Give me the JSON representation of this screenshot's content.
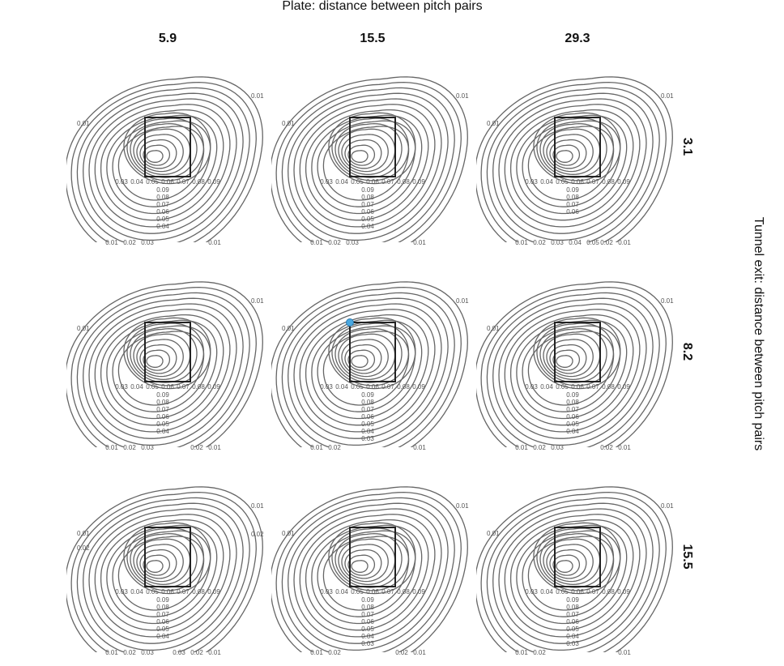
{
  "chart_data": {
    "type": "contour",
    "title": "Plate: distance between pitch pairs",
    "row_title": "Tunnel exit: distance between pitch pairs",
    "columns": [
      "5.9",
      "15.5",
      "29.3"
    ],
    "rows": [
      "3.1",
      "8.2",
      "15.5"
    ],
    "grid": false,
    "line_color": "#666666",
    "zone_color": "#222222",
    "highlight_color": "#4aa8e0",
    "highlight_panel": {
      "row": "8.2",
      "column": "15.5"
    },
    "panels": [
      {
        "row": "3.1",
        "col": "5.9",
        "left": [
          "0.01"
        ],
        "right": [
          "0.01"
        ],
        "inner": [
          "0.03",
          "0.04",
          "0.05",
          "0.06",
          "0.07",
          "0.08",
          "0.09"
        ],
        "lower": [
          "0.09",
          "0.08",
          "0.07",
          "0.06",
          "0.05",
          "0.04"
        ],
        "bottom_left": [
          "0.01",
          "0.02",
          "0.03"
        ],
        "bottom_right": [
          "0.01"
        ]
      },
      {
        "row": "3.1",
        "col": "15.5",
        "left": [
          "0.01"
        ],
        "right": [
          "0.01"
        ],
        "inner": [
          "0.03",
          "0.04",
          "0.05",
          "0.06",
          "0.07",
          "0.08",
          "0.09"
        ],
        "lower": [
          "0.09",
          "0.08",
          "0.07",
          "0.06",
          "0.05",
          "0.04"
        ],
        "bottom_left": [
          "0.01",
          "0.02",
          "0.03"
        ],
        "bottom_right": [
          "0.01"
        ]
      },
      {
        "row": "3.1",
        "col": "29.3",
        "left": [
          "0.01"
        ],
        "right": [
          "0.01"
        ],
        "inner": [
          "0.03",
          "0.04",
          "0.05",
          "0.06",
          "0.07",
          "0.08",
          "0.09"
        ],
        "lower": [
          "0.09",
          "0.08",
          "0.07",
          "0.06"
        ],
        "bottom_left": [
          "0.01",
          "0.02",
          "0.03",
          "0.04",
          "0.05"
        ],
        "bottom_right": [
          "0.02",
          "0.01"
        ]
      },
      {
        "row": "8.2",
        "col": "5.9",
        "left": [
          "0.01"
        ],
        "right": [
          "0.01"
        ],
        "inner": [
          "0.03",
          "0.04",
          "0.05",
          "0.06",
          "0.07",
          "0.08",
          "0.09"
        ],
        "lower": [
          "0.09",
          "0.08",
          "0.07",
          "0.06",
          "0.05",
          "0.04"
        ],
        "bottom_left": [
          "0.01",
          "0.02",
          "0.03"
        ],
        "bottom_right": [
          "0.02",
          "0.01"
        ]
      },
      {
        "row": "8.2",
        "col": "15.5",
        "left": [
          "0.01"
        ],
        "right": [
          "0.01"
        ],
        "inner": [
          "0.03",
          "0.04",
          "0.05",
          "0.06",
          "0.07",
          "0.08",
          "0.09"
        ],
        "lower": [
          "0.09",
          "0.08",
          "0.07",
          "0.06",
          "0.05",
          "0.04",
          "0.03"
        ],
        "bottom_left": [
          "0.01",
          "0.02"
        ],
        "bottom_right": [
          "0.01"
        ]
      },
      {
        "row": "8.2",
        "col": "29.3",
        "left": [
          "0.01"
        ],
        "right": [
          "0.01"
        ],
        "inner": [
          "0.03",
          "0.04",
          "0.05",
          "0.06",
          "0.07",
          "0.08",
          "0.09"
        ],
        "lower": [
          "0.09",
          "0.08",
          "0.07",
          "0.06",
          "0.05",
          "0.04"
        ],
        "bottom_left": [
          "0.01",
          "0.02",
          "0.03"
        ],
        "bottom_right": [
          "0.02",
          "0.01"
        ]
      },
      {
        "row": "15.5",
        "col": "5.9",
        "left": [
          "0.01",
          "0.02"
        ],
        "right": [
          "0.01",
          "0.02"
        ],
        "inner": [
          "0.03",
          "0.04",
          "0.05",
          "0.06",
          "0.07",
          "0.08",
          "0.09"
        ],
        "lower": [
          "0.09",
          "0.08",
          "0.07",
          "0.06",
          "0.05",
          "0.04"
        ],
        "bottom_left": [
          "0.01",
          "0.02",
          "0.03"
        ],
        "bottom_right": [
          "0.03",
          "0.02",
          "0.01"
        ]
      },
      {
        "row": "15.5",
        "col": "15.5",
        "left": [
          "0.01"
        ],
        "right": [
          "0.01"
        ],
        "inner": [
          "0.03",
          "0.04",
          "0.05",
          "0.06",
          "0.07",
          "0.08",
          "0.09"
        ],
        "lower": [
          "0.09",
          "0.08",
          "0.07",
          "0.06",
          "0.05",
          "0.04",
          "0.03"
        ],
        "bottom_left": [
          "0.01",
          "0.02"
        ],
        "bottom_right": [
          "0.02",
          "0.01"
        ]
      },
      {
        "row": "15.5",
        "col": "29.3",
        "left": [
          "0.01"
        ],
        "right": [
          "0.01"
        ],
        "inner": [
          "0.03",
          "0.04",
          "0.05",
          "0.06",
          "0.07",
          "0.08",
          "0.09"
        ],
        "lower": [
          "0.09",
          "0.08",
          "0.07",
          "0.06",
          "0.05",
          "0.04",
          "0.03"
        ],
        "bottom_left": [
          "0.01",
          "0.02"
        ],
        "bottom_right": [
          "0.01"
        ]
      }
    ]
  }
}
